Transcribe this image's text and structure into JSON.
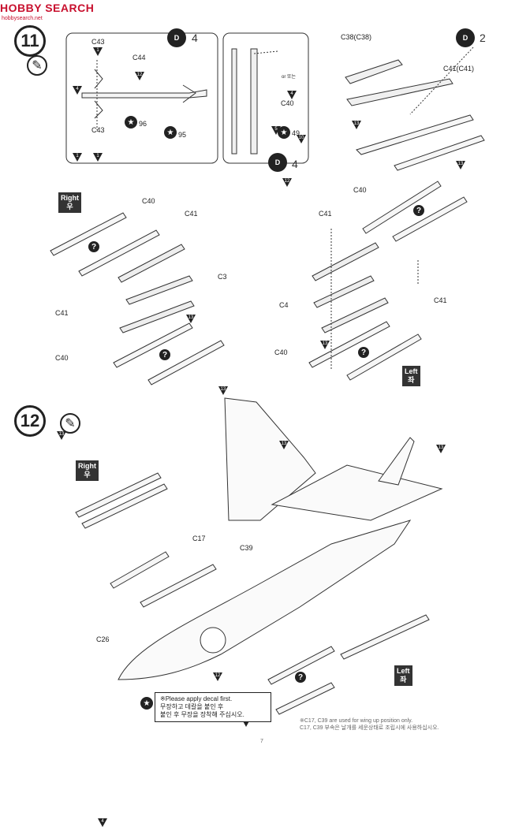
{
  "watermark": {
    "brand": "HOBBY SEARCH",
    "sub": "hobbysearch.net"
  },
  "step11": {
    "number": "11",
    "insetA": {
      "dd_count": "4",
      "parts": [
        "C43",
        "C44",
        "C43"
      ],
      "part_nums": [
        "1",
        "12",
        "1"
      ],
      "arrows": [
        "4",
        "1"
      ],
      "decals": [
        "96",
        "95"
      ]
    },
    "insetB": {
      "dd_count": "4",
      "part": "C40",
      "part_num": "12",
      "arrow_top": "4",
      "arrow_a": "5",
      "arrow_or": "or\n또는",
      "arrow_b": "10",
      "decal": "49"
    },
    "insetC": {
      "dd_count": "2",
      "part_a": "C38(C38)",
      "part_a_num": "13",
      "part_b": "C41(C41)",
      "part_b_num": "13"
    },
    "right_group": {
      "side_en": "Right",
      "side_ko": "우",
      "labels": [
        "C40",
        "C41",
        "C3",
        "C41",
        "C40"
      ],
      "nums": [
        "13",
        "13",
        "13"
      ]
    },
    "left_group": {
      "side_en": "Left",
      "side_ko": "좌",
      "labels": [
        "C40",
        "C41",
        "C4",
        "C41",
        "C40"
      ],
      "nums": [
        "13",
        "13",
        "13"
      ]
    }
  },
  "step12": {
    "number": "12",
    "side_right_en": "Right",
    "side_right_ko": "우",
    "side_left_en": "Left",
    "side_left_ko": "좌",
    "parts": [
      {
        "label": "C17",
        "num": "4"
      },
      {
        "label": "C39",
        "num": "4"
      },
      {
        "label": "C26",
        "num": "4"
      }
    ],
    "tri_top": "12",
    "note_lines": [
      "※Please apply decal first.",
      "무장하고 데칼을 붙인 후",
      "붙인 후 무장을 장착해 주십시오."
    ],
    "footnote_lines": [
      "※C17, C39 are used for wing up position only.",
      "C17, C39 부속은 날개를 세운상태로 조립시에 사용하십시오."
    ],
    "page_num": "7"
  }
}
